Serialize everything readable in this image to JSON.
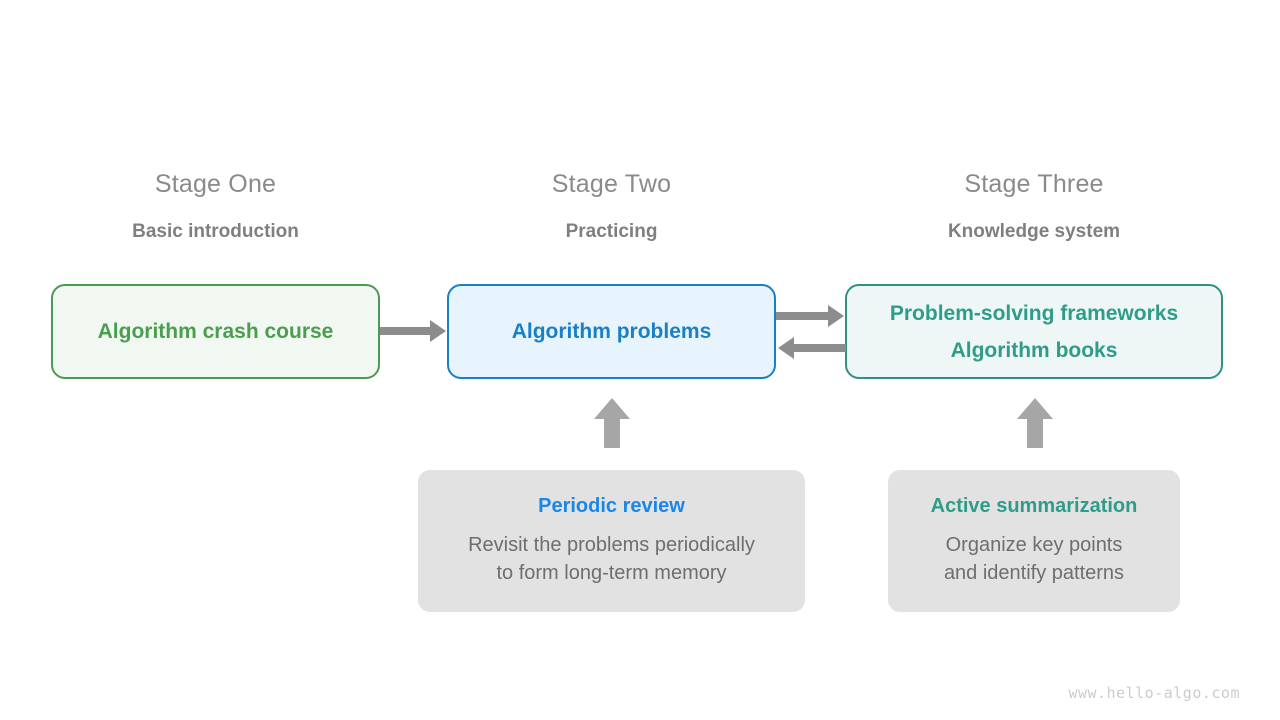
{
  "diagram": {
    "watermark": "www.hello-algo.com",
    "colors": {
      "green": "#4a9e4e",
      "green_border": "#4f9a52",
      "green_fill": "#f1f8f1",
      "blue": "#1a7fc9",
      "blue_border": "#1a7fc9",
      "blue_fill": "#e8f4fd",
      "teal": "#2f9c8a",
      "teal_border": "#2f9186",
      "teal_fill": "#eef7f5",
      "gray_box": "#e2e2e2",
      "gray_text": "#6e6e6e",
      "arrow_gray": "#8c8c8c",
      "support_blue": "#1a87e8"
    },
    "stages": [
      {
        "title": "Stage One",
        "subtitle": "Basic introduction",
        "box_lines": [
          "Algorithm crash course"
        ]
      },
      {
        "title": "Stage Two",
        "subtitle": "Practicing",
        "box_lines": [
          "Algorithm problems"
        ]
      },
      {
        "title": "Stage Three",
        "subtitle": "Knowledge system",
        "box_lines": [
          "Problem-solving frameworks",
          "Algorithm books"
        ]
      }
    ],
    "support_boxes": [
      {
        "title": "Periodic review",
        "desc_lines": [
          "Revisit the problems periodically",
          "to form long-term memory"
        ]
      },
      {
        "title": "Active summarization",
        "desc_lines": [
          "Organize key points",
          "and identify patterns"
        ]
      }
    ],
    "connectors": [
      {
        "name": "stage-one-to-stage-two",
        "direction": "right"
      },
      {
        "name": "stage-two-to-stage-three",
        "direction": "right"
      },
      {
        "name": "stage-three-to-stage-two",
        "direction": "left"
      },
      {
        "name": "periodic-review-to-stage-two",
        "direction": "up"
      },
      {
        "name": "active-summarization-to-stage-three",
        "direction": "up"
      }
    ]
  }
}
